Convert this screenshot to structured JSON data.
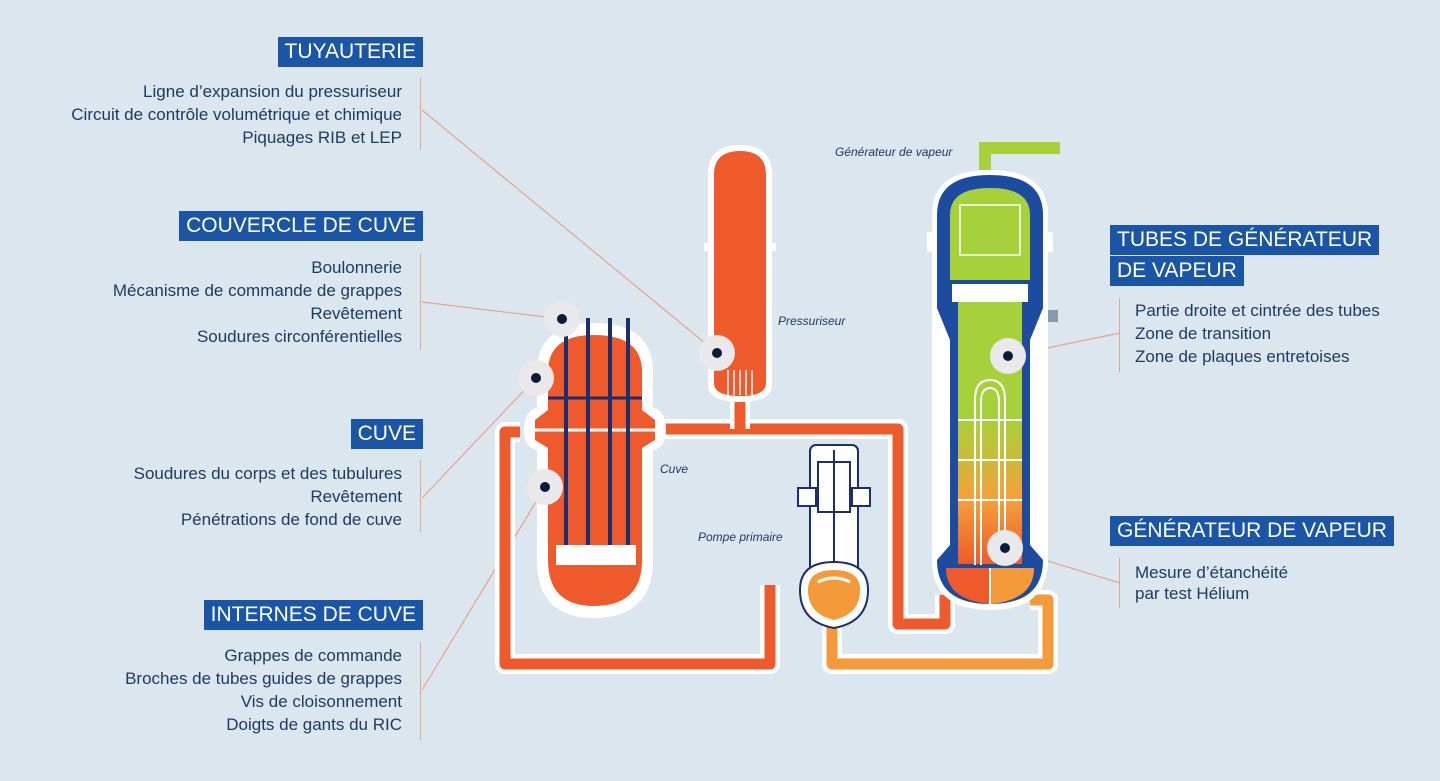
{
  "sections": {
    "tuyauterie": {
      "title": "TUYAUTERIE",
      "items": [
        "Ligne d’expansion du pressuriseur",
        "Circuit de contrôle volumétrique et chimique",
        "Piquages RIB et LEP"
      ]
    },
    "couvercle": {
      "title": "COUVERCLE DE CUVE",
      "items": [
        "Boulonnerie",
        "Mécanisme de commande de grappes",
        "Revêtement",
        "Soudures circonférentielles"
      ]
    },
    "cuve": {
      "title": "CUVE",
      "items": [
        "Soudures du corps et des tubulures",
        "Revêtement",
        "Pénétrations de fond de cuve"
      ]
    },
    "internes": {
      "title": "INTERNES DE CUVE",
      "items": [
        "Grappes de commande",
        "Broches de tubes guides de grappes",
        "Vis de cloisonnement",
        "Doigts de gants du RIC"
      ]
    },
    "tubes_gv": {
      "title_lines": [
        "TUBES DE GÉNÉRATEUR",
        "DE VAPEUR"
      ],
      "items": [
        "Partie droite et cintrée des tubes",
        "Zone de transition",
        "Zone de plaques entretoises"
      ]
    },
    "gv": {
      "title": "GÉNÉRATEUR DE VAPEUR",
      "items": [
        "Mesure d’étanchéité",
        "par test Hélium"
      ]
    }
  },
  "components": {
    "generateur": "Générateur de vapeur",
    "pressuriseur": "Pressuriseur",
    "cuve": "Cuve",
    "pompe": "Pompe primaire"
  },
  "colors": {
    "background": "#dbe6ee",
    "heading": "#1b56a6",
    "text": "#1f3a60",
    "primary_hot": "#ee5a2b",
    "primary_cold": "#f59a3a",
    "steam": "#a6d13a",
    "shell": "#1c4ba0",
    "leader": "#e4a58b",
    "marker": "#0d1b3a"
  }
}
